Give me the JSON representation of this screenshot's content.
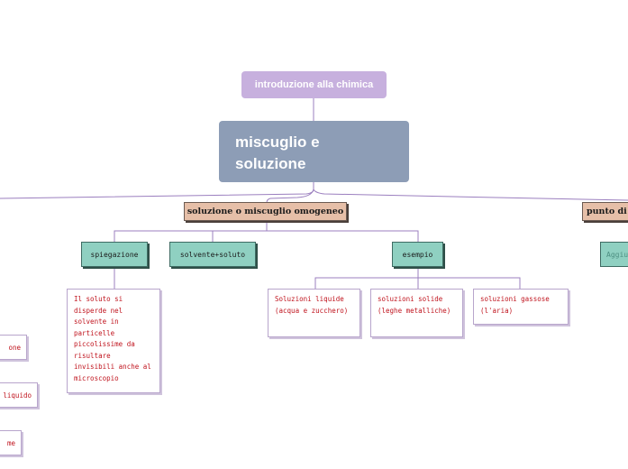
{
  "nodes": {
    "intro": "introduzione alla chimica",
    "main": "miscuglio e soluzione",
    "branch_soluzione": "soluzione o miscuglio omogeneo",
    "branch_punto": "punto di",
    "spiegazione": "spiegazione",
    "solvente_soluto": "solvente+soluto",
    "esempio": "esempio",
    "aggiu_partial": "Aggiu",
    "spiegazione_text": "Il soluto si disperde nel solvente in particelle piccolissime da risultare invisibili anche al microscopio",
    "soluzioni_liquide": "Soluzioni liquide (acqua e zucchero)",
    "soluzioni_solide": "soluzioni solide (leghe metalliche)",
    "soluzioni_gassose": "soluzioni gassose (l'aria)",
    "left_edge_1": "one",
    "left_edge_2": "liquido",
    "left_edge_3": "me"
  },
  "colors": {
    "intro": "#c7b0de",
    "main": "#8d9db6",
    "branch": "#e6bfa8",
    "subbranch": "#8fd0c1",
    "leaf_text": "#c0141e",
    "connector": "#9b7fbf"
  }
}
